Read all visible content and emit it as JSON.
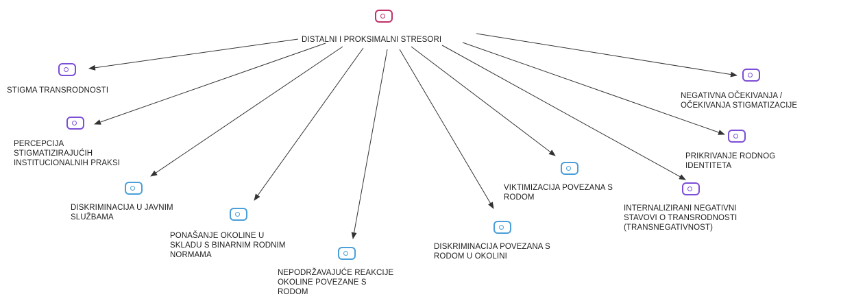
{
  "colors": {
    "root": "#c0306a",
    "purple": "#7c4dd6",
    "blue": "#4a9fd8",
    "edge": "#333333"
  },
  "root": {
    "label": "DISTALNI I PROKSIMALNI STRESORI",
    "icon": "node-icon"
  },
  "nodes": [
    {
      "id": "stigma-transrodnosti",
      "label": "STIGMA TRANSRODNOSTI",
      "color": "purple",
      "icon": "node-icon"
    },
    {
      "id": "percepcija",
      "label": "PERCEPCIJA\nSTIGMATIZIRAJUĆIH\nINSTITUCIONALNIH PRAKSI",
      "color": "purple",
      "icon": "node-icon"
    },
    {
      "id": "diskriminacija-javnim",
      "label": "DISKRIMINACIJA U JAVNIM\nSLUŽBAMA",
      "color": "blue",
      "icon": "node-icon"
    },
    {
      "id": "ponasanje-okoline",
      "label": "PONAŠANJE OKOLINE U\nSKLADU S BINARNIM RODNIM\nNORMAMA",
      "color": "blue",
      "icon": "node-icon"
    },
    {
      "id": "nepodrzavajuce",
      "label": "NEPODRŽAVAJUĆE REAKCIJE\nOKOLINE POVEZANE S\nRODOM",
      "color": "blue",
      "icon": "node-icon"
    },
    {
      "id": "diskriminacija-okolini",
      "label": "DISKRIMINACIJA POVEZANA S\nRODOM U OKOLINI",
      "color": "blue",
      "icon": "node-icon"
    },
    {
      "id": "viktimizacija",
      "label": "VIKTIMIZACIJA POVEZANA S\nRODOM",
      "color": "blue",
      "icon": "node-icon"
    },
    {
      "id": "internalizirani",
      "label": "INTERNALIZIRANI NEGATIVNI\nSTAVOVI O TRANSRODNOSTI\n(TRANSNEGATIVNOST)",
      "color": "purple",
      "icon": "node-icon"
    },
    {
      "id": "prikrivanje",
      "label": "PRIKRIVANJE RODNOG\nIDENTITETA",
      "color": "purple",
      "icon": "node-icon"
    },
    {
      "id": "negativna-ocekivanja",
      "label": "NEGATIVNA OČEKIVANJA /\nOČEKIVANJA STIGMATIZACIJE",
      "color": "purple",
      "icon": "node-icon"
    }
  ]
}
